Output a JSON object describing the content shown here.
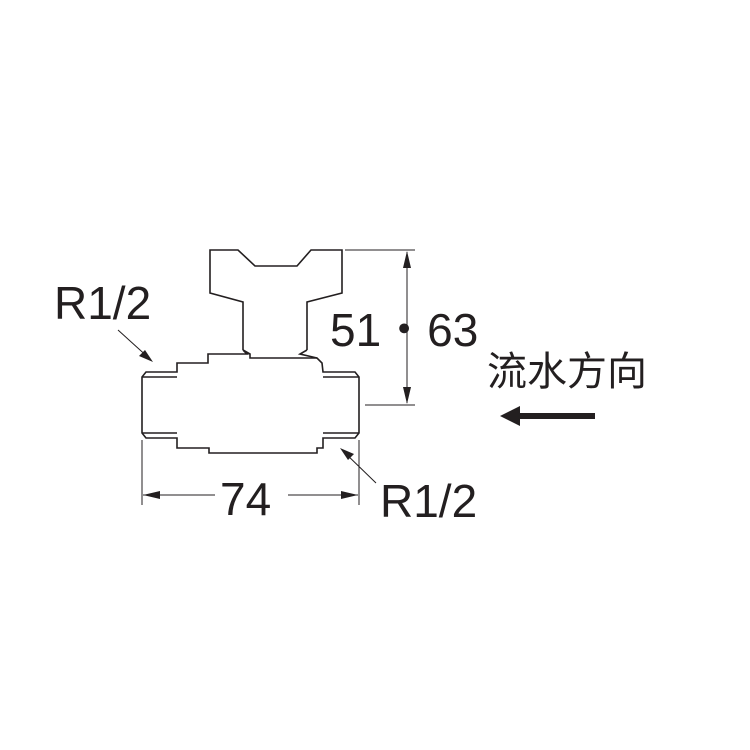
{
  "labels": {
    "thread_left": "R1/2",
    "thread_right": "R1/2",
    "height_dim": "51・63",
    "width_dim": "74",
    "flow_direction": "流水方向"
  },
  "colors": {
    "line": "#231f20",
    "background": "#ffffff"
  }
}
